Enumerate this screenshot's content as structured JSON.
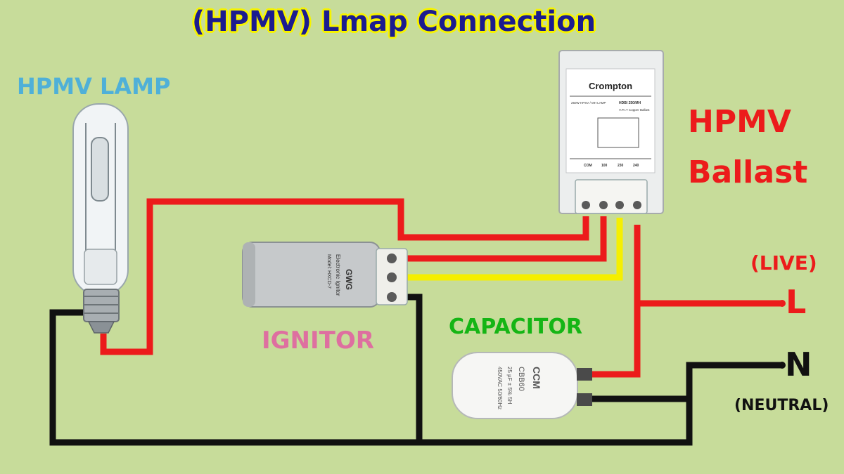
{
  "title": "(HPMV) Lmap Connection",
  "labels": {
    "lamp": "HPMV LAMP",
    "ballast_line1": "HPMV",
    "ballast_line2": "Ballast",
    "live": "(LIVE)",
    "live_symbol": "L",
    "ignitor": "IGNITOR",
    "capacitor": "CAPACITOR",
    "neutral_symbol": "N",
    "neutral": "(NEUTRAL)"
  },
  "ballast_device": {
    "brand": "Crompton",
    "model": "HDBI 250/MH",
    "rating": "250W HPSV / MH LAMP",
    "type": "V.P.I.T Copper Ballast",
    "terminals": [
      "COM",
      "100",
      "230",
      "240"
    ]
  },
  "ignitor_device": {
    "brand": "GWG",
    "type": "Electronic Ignitor",
    "model": "Model: HXCD-7"
  },
  "capacitor_device": {
    "brand": "CCM",
    "model": "CBB60",
    "rating": "25 µF ± 5% 5H",
    "voltage": "450VAC 50/60Hz"
  },
  "colors": {
    "background": "#c7dc9a",
    "live_wire": "#ec1b1b",
    "ignitor_wire": "#f5ef00",
    "neutral_wire": "#111111",
    "title_text": "#1c1c8f",
    "title_outline": "#f6f300"
  }
}
